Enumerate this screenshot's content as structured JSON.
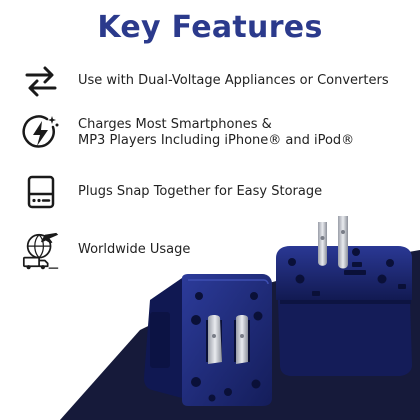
{
  "heading": "Key Features",
  "features": [
    {
      "icon": "swap-arrows-icon",
      "text": "Use with Dual-Voltage Appliances or Converters"
    },
    {
      "icon": "charging-bolt-icon",
      "line1": "Charges Most Smartphones &",
      "line2": "MP3 Players Including iPhone® and iPod®"
    },
    {
      "icon": "hard-drive-icon",
      "text": "Plugs Snap Together for Easy Storage"
    },
    {
      "icon": "travel-globe-icon",
      "text": "Worldwide Usage"
    }
  ],
  "colors": {
    "heading": "#2b3a8c",
    "text": "#222222",
    "background": "#ffffff",
    "backdrop_wave": "#161a3a",
    "adapter_blue": "#1e2a7a"
  }
}
